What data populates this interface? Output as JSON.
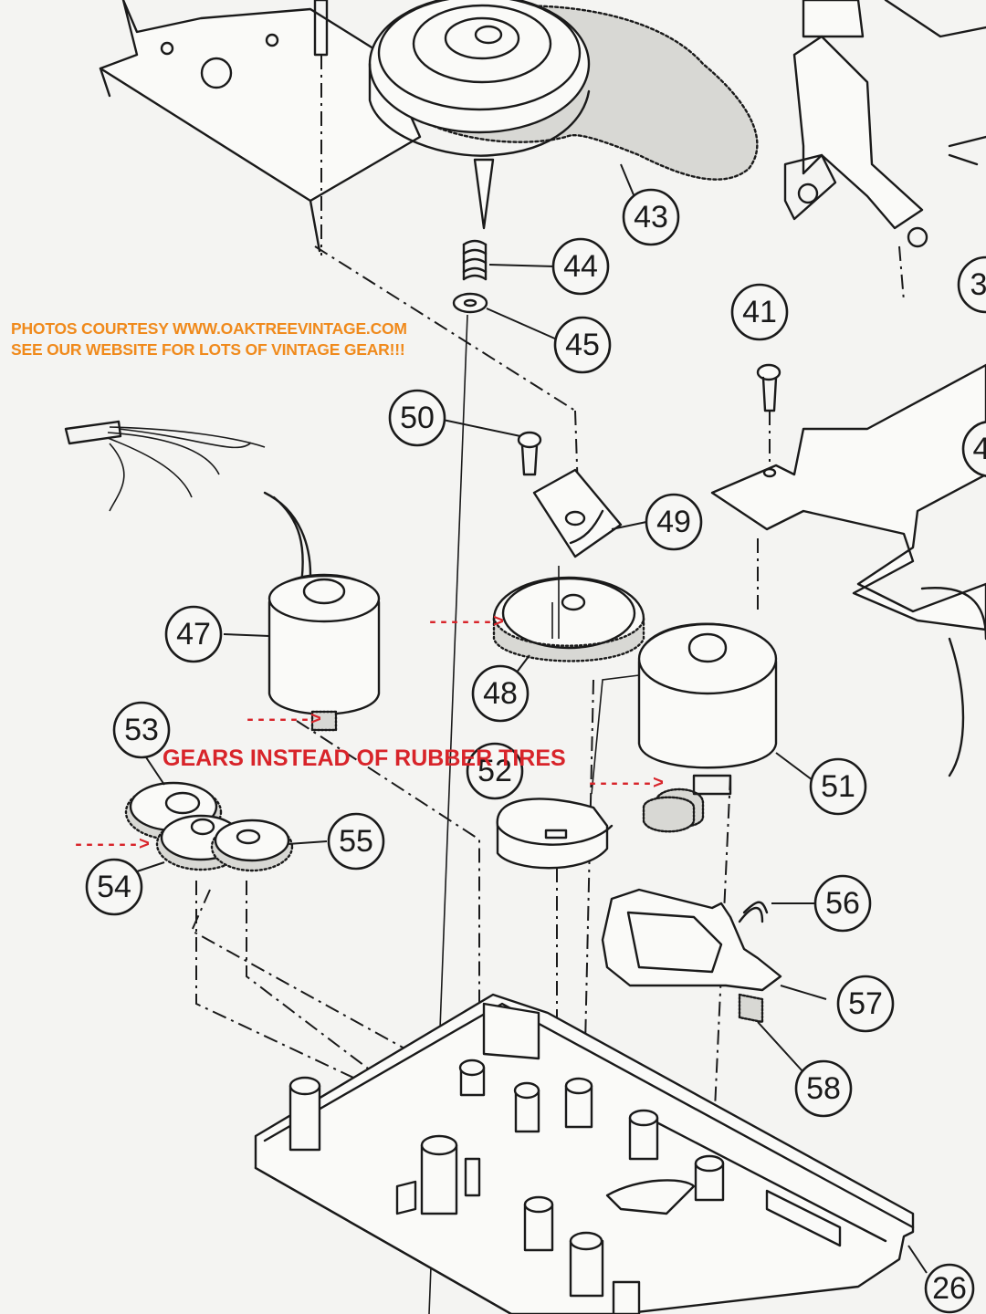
{
  "credits": {
    "line1": "PHOTOS COURTESY WWW.OAKTREEVINTAGE.COM",
    "line2": "SEE OUR WEBSITE FOR LOTS OF VINTAGE GEAR!!!"
  },
  "annotation": {
    "note": "GEARS INSTEAD OF RUBBER TIRES",
    "arrow": "------>"
  },
  "part_numbers": {
    "p41": "41",
    "p43": "43",
    "p44": "44",
    "p45": "45",
    "p47": "47",
    "p48": "48",
    "p49": "49",
    "p50": "50",
    "p51": "51",
    "p52": "52",
    "p53": "53",
    "p54": "54",
    "p55": "55",
    "p56": "56",
    "p57": "57",
    "p58": "58",
    "p26": "26",
    "p3_partial": "3",
    "p4_partial": "4"
  },
  "colors": {
    "credit_text": "#f08a1c",
    "annotation_red": "#d8242a",
    "line_ink": "#1a1a1a",
    "paper": "#f4f4f2"
  }
}
